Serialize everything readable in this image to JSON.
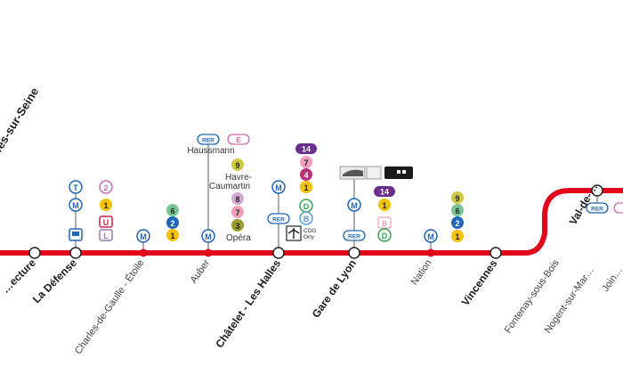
{
  "colors": {
    "rer_a": "#e3051b",
    "metro_1": "#f4c200",
    "metro_2": "#1e66b8",
    "metro_3": "#9b9a2a",
    "metro_4": "#b8317c",
    "metro_6": "#76c695",
    "metro_7": "#f29fbd",
    "metro_8": "#d4a8d4",
    "metro_9": "#cdc83f",
    "metro_14": "#6a2e8c",
    "rer_b": "#5d9dd4",
    "rer_d": "#3aa655",
    "rer_e": "#d46ba8",
    "tram_2": "#c46fb6",
    "transilien_u": "#d0234b",
    "transilien_l": "#9b7bb5"
  },
  "branch": {
    "label": "…es-sur-Seine"
  },
  "stations": [
    {
      "key": "prefecture",
      "label": "…ecture",
      "light": false
    },
    {
      "key": "la_defense",
      "label": "La Défense",
      "light": false
    },
    {
      "key": "cdg_etoile",
      "label": "Charles-de-Gaulle - Étoile",
      "light": true
    },
    {
      "key": "auber",
      "label": "Auber",
      "light": true
    },
    {
      "key": "chatelet",
      "label": "Châtelet - Les Halles",
      "light": false
    },
    {
      "key": "gare_de_lyon",
      "label": "Gare de Lyon",
      "light": false
    },
    {
      "key": "nation",
      "label": "Nation",
      "light": true
    },
    {
      "key": "vincennes",
      "label": "Vincennes",
      "light": false
    },
    {
      "key": "fontenay",
      "label": "Fontenay-sous-Bois",
      "light": true
    },
    {
      "key": "nogent",
      "label": "Nogent-sur-Mar…",
      "light": true
    },
    {
      "key": "joinville",
      "label": "Join…",
      "light": true
    },
    {
      "key": "val_de",
      "label": "Val-de-…",
      "light": false
    }
  ],
  "texts": {
    "haussmann": "Haussmann",
    "havre": "Havre-",
    "caumartin": "Caumartin",
    "opera": "Opéra",
    "cdg": "CDG",
    "orly": "Orly",
    "m": "M",
    "rer": "RER",
    "t": "T"
  },
  "badges": {
    "la_defense": [
      "2",
      "1",
      "U",
      "L"
    ],
    "cdg_etoile": [
      "6",
      "2",
      "1"
    ],
    "auber": [
      "E",
      "9",
      "8",
      "7",
      "3"
    ],
    "chatelet": [
      "14",
      "7",
      "4",
      "1",
      "D",
      "B"
    ],
    "gare_de_lyon": [
      "14",
      "1",
      "B",
      "D"
    ],
    "nation": [
      "9",
      "6",
      "2",
      "1"
    ]
  }
}
